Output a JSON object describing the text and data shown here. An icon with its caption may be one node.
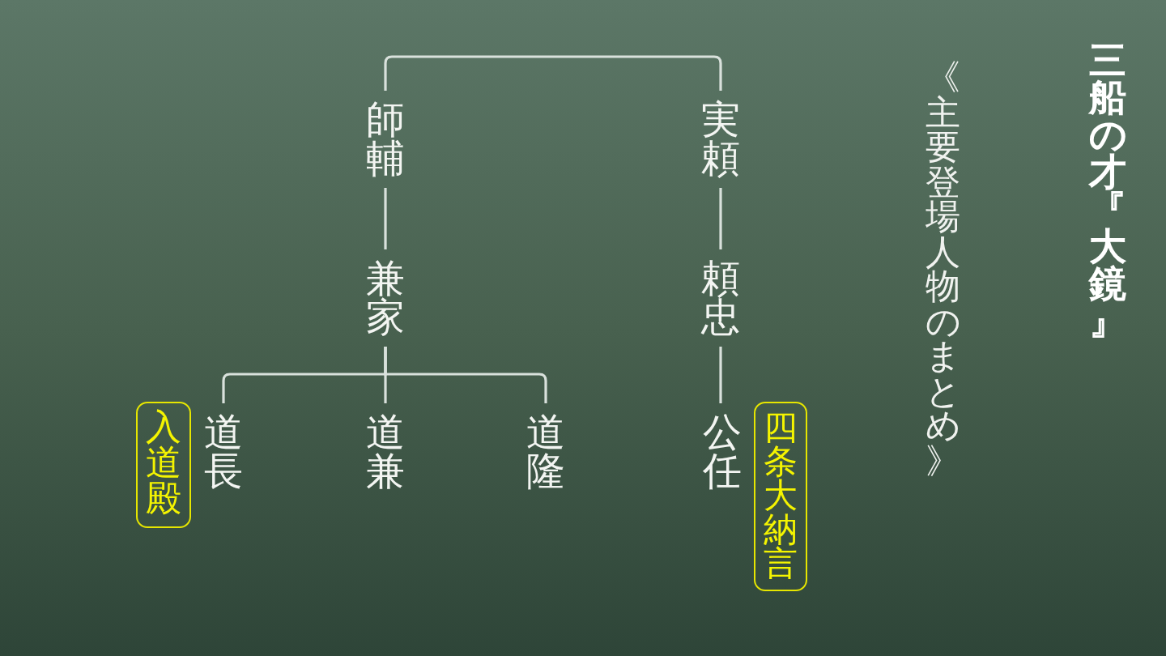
{
  "diagram": {
    "title": "三船の才『大鏡』",
    "nodes": [
      {
        "text": [
          "師輔"
        ]
      },
      {
        "text": [
          "実頼"
        ]
      },
      {
        "text": [
          "兼家"
        ]
      },
      {
        "text": [
          "頼忠"
        ]
      },
      {
        "text": [
          "入道殿"
        ]
      },
      {
        "text": [
          "道長"
        ]
      },
      {
        "text": [
          "道兼"
        ]
      },
      {
        "text": [
          "道隆"
        ]
      },
      {
        "text": [
          "公任"
        ]
      },
      {
        "text": [
          "四条大納言"
        ]
      }
    ],
    "edges": [
      {
        "from": 0,
        "to": 1,
        "arrow": "none"
      },
      {
        "from": 0,
        "to": 2,
        "arrow": "none"
      },
      {
        "from": 1,
        "to": 3,
        "arrow": "none"
      },
      {
        "from": 2,
        "to": 5,
        "arrow": "none"
      },
      {
        "from": 2,
        "to": 6,
        "arrow": "none"
      },
      {
        "from": 2,
        "to": 7,
        "arrow": "none"
      },
      {
        "from": 3,
        "to": 8,
        "arrow": "none"
      }
    ],
    "labels": [
      "《主要登場人物のまとめ》"
    ]
  }
}
